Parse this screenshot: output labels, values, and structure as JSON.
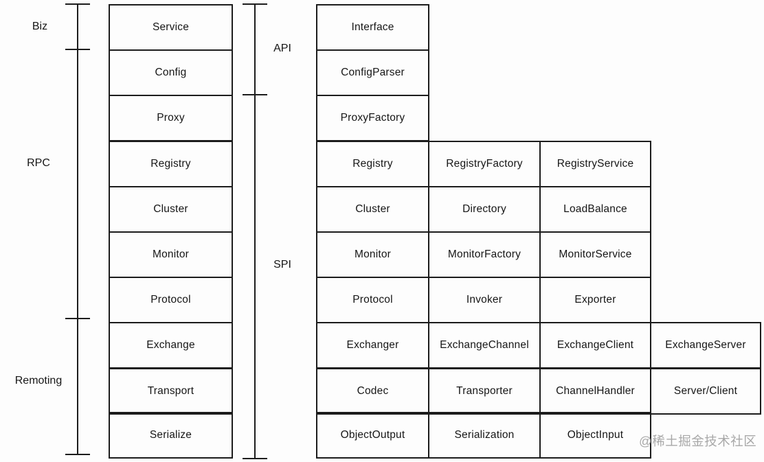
{
  "brackets": {
    "biz": "Biz",
    "rpc": "RPC",
    "remoting": "Remoting",
    "api": "API",
    "spi": "SPI"
  },
  "left_stack": [
    "Service",
    "Config",
    "Proxy",
    "Registry",
    "Cluster",
    "Monitor",
    "Protocol",
    "Exchange",
    "Transport",
    "Serialize"
  ],
  "right_table": [
    [
      "Interface"
    ],
    [
      "ConfigParser"
    ],
    [
      "ProxyFactory"
    ],
    [
      "Registry",
      "RegistryFactory",
      "RegistryService"
    ],
    [
      "Cluster",
      "Directory",
      "LoadBalance"
    ],
    [
      "Monitor",
      "MonitorFactory",
      "MonitorService"
    ],
    [
      "Protocol",
      "Invoker",
      "Exporter"
    ],
    [
      "Exchanger",
      "ExchangeChannel",
      "ExchangeClient",
      "ExchangeServer"
    ],
    [
      "Codec",
      "Transporter",
      "ChannelHandler",
      "Server/Client"
    ],
    [
      "ObjectOutput",
      "Serialization",
      "ObjectInput"
    ]
  ],
  "watermark": "@稀土掘金技术社区",
  "colors": {
    "line": "#1c1c1c",
    "text": "#161616",
    "background": "#fdfdfd",
    "watermark": "#a8a8a8"
  }
}
